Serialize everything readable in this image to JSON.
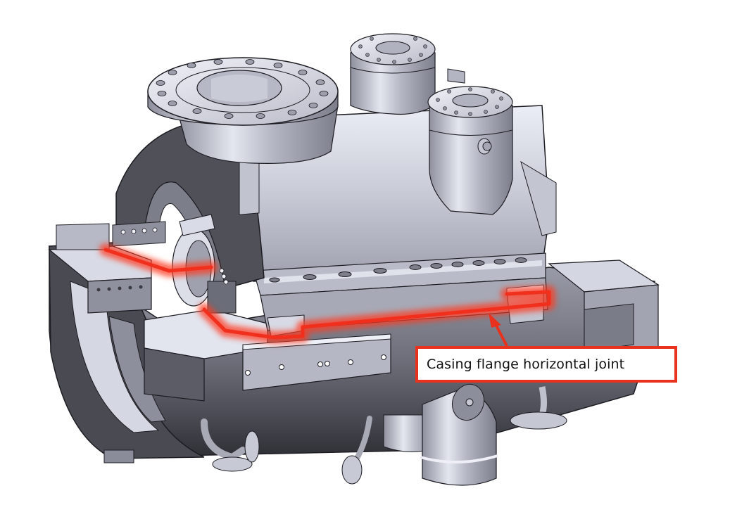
{
  "figure": {
    "subject": "Compressor casing CAD model (cutaway view)",
    "callout": {
      "label": "Casing flange horizontal joint",
      "border_color": "#e8321e",
      "arrow_color": "#e8321e"
    },
    "highlight": {
      "description": "horizontal joint line",
      "color": "#f0301c"
    },
    "colors": {
      "metal_light": "#c9cbd8",
      "metal_mid": "#9a9cab",
      "metal_dark": "#4a4b52",
      "edge": "#1c1c22",
      "background": "#ffffff"
    }
  }
}
